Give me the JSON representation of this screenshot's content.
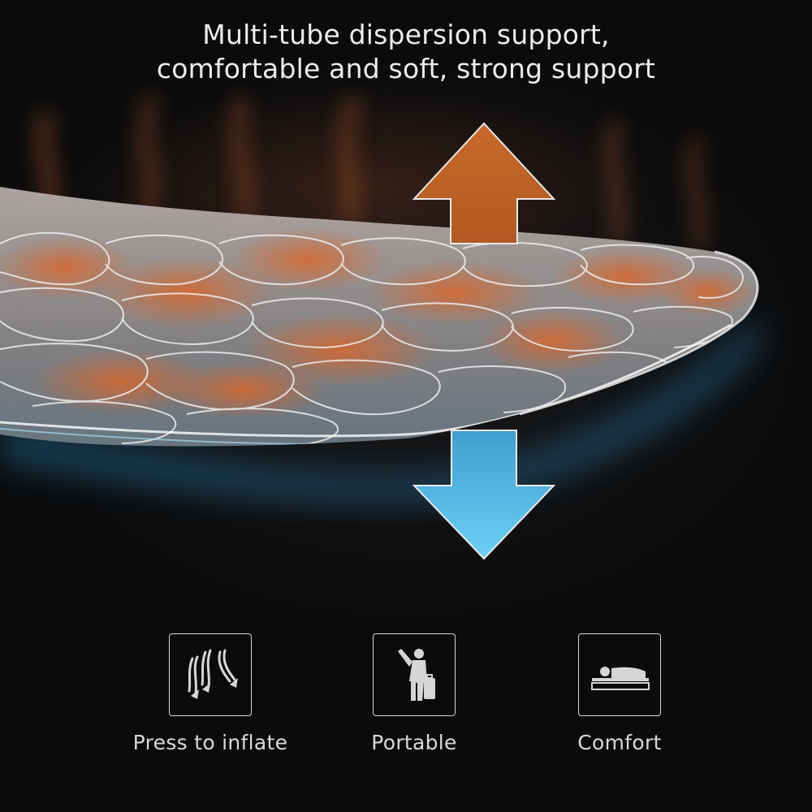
{
  "headline": {
    "line1": "Multi-tube dispersion support,",
    "line2": "comfortable and soft, strong support"
  },
  "arrows": {
    "up_color": "#c8692a",
    "down_color": "#57bfe8"
  },
  "features": [
    {
      "icon": "air-flow-icon",
      "label": "Press to inflate"
    },
    {
      "icon": "traveler-with-luggage-icon",
      "label": "Portable"
    },
    {
      "icon": "person-sleeping-icon",
      "label": "Comfort"
    }
  ]
}
